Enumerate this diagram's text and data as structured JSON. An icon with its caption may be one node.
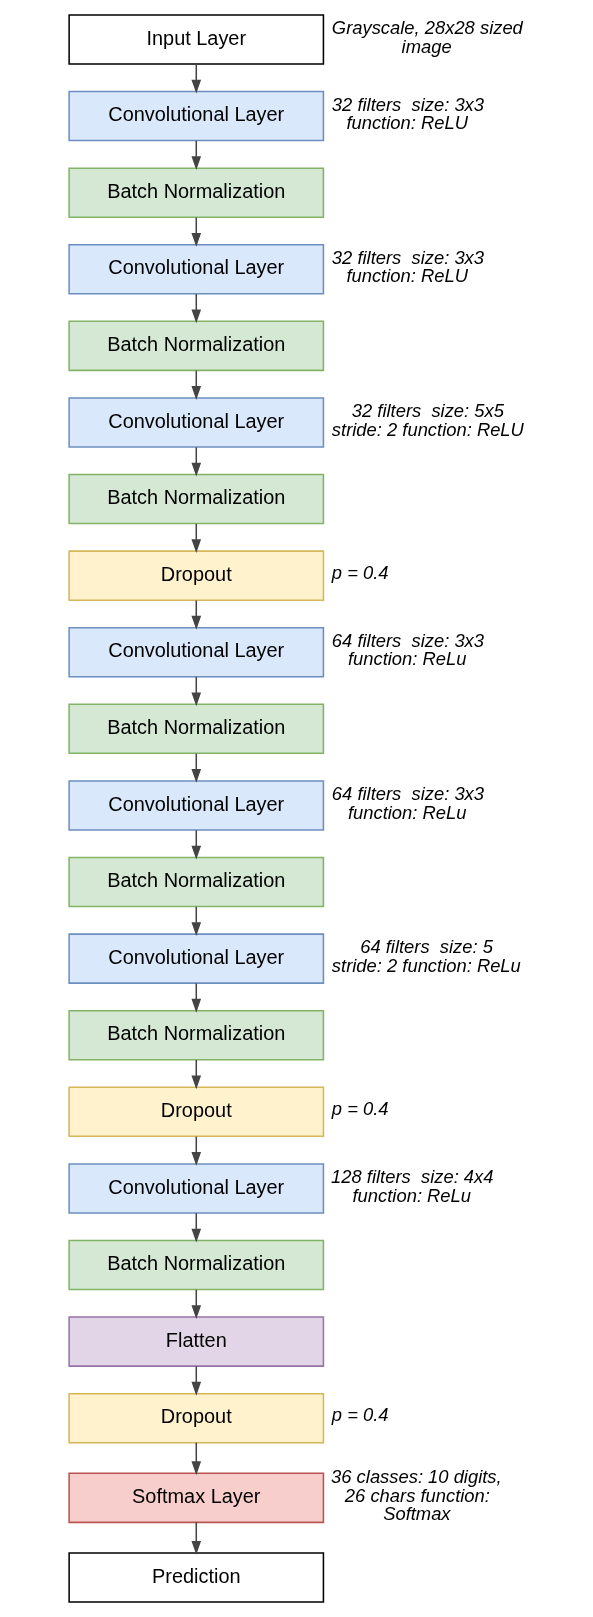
{
  "diagram": {
    "nodes": [
      {
        "text": [
          "Input Layer"
        ],
        "beside": [
          "Grayscale, 28x28 sized image"
        ]
      },
      {
        "text": [
          "Convolutional Layer"
        ],
        "beside": [
          "32 filters  size: 3x3 function: ReLU"
        ]
      },
      {
        "text": [
          "Batch Normalization"
        ]
      },
      {
        "text": [
          "Convolutional Layer"
        ],
        "beside": [
          "32 filters  size: 3x3 function: ReLU"
        ]
      },
      {
        "text": [
          "Batch Normalization"
        ]
      },
      {
        "text": [
          "Convolutional Layer"
        ],
        "beside": [
          "32 filters  size: 5x5 stride: 2 function: ReLU"
        ]
      },
      {
        "text": [
          "Batch Normalization"
        ]
      },
      {
        "text": [
          "Dropout"
        ],
        "beside": [
          "p = 0.4"
        ]
      },
      {
        "text": [
          "Convolutional Layer"
        ],
        "beside": [
          "64 filters  size: 3x3 function: ReLu"
        ]
      },
      {
        "text": [
          "Batch Normalization"
        ]
      },
      {
        "text": [
          "Convolutional Layer"
        ],
        "beside": [
          "64 filters  size: 3x3 function: ReLu"
        ]
      },
      {
        "text": [
          "Batch Normalization"
        ]
      },
      {
        "text": [
          "Convolutional Layer"
        ],
        "beside": [
          "64 filters  size: 5 stride: 2 function: ReLu"
        ]
      },
      {
        "text": [
          "Batch Normalization"
        ]
      },
      {
        "text": [
          "Dropout"
        ],
        "beside": [
          "p = 0.4"
        ]
      },
      {
        "text": [
          "Convolutional Layer"
        ],
        "beside": [
          "128 filters  size: 4x4 function: ReLu"
        ]
      },
      {
        "text": [
          "Batch Normalization"
        ]
      },
      {
        "text": [
          "Flatten"
        ]
      },
      {
        "text": [
          "Dropout"
        ],
        "beside": [
          "p = 0.4"
        ]
      },
      {
        "text": [
          "Softmax Layer"
        ],
        "beside": [
          "36 classes: 10 digits, 26 chars function: Softmax"
        ]
      },
      {
        "text": [
          "Prediction"
        ]
      }
    ],
    "edges": [
      {
        "from": 0,
        "to": 1,
        "arrow": "to"
      },
      {
        "from": 1,
        "to": 2,
        "arrow": "to"
      },
      {
        "from": 2,
        "to": 3,
        "arrow": "to"
      },
      {
        "from": 3,
        "to": 4,
        "arrow": "to"
      },
      {
        "from": 4,
        "to": 5,
        "arrow": "to"
      },
      {
        "from": 5,
        "to": 6,
        "arrow": "to"
      },
      {
        "from": 6,
        "to": 7,
        "arrow": "to"
      },
      {
        "from": 7,
        "to": 8,
        "arrow": "to"
      },
      {
        "from": 8,
        "to": 9,
        "arrow": "to"
      },
      {
        "from": 9,
        "to": 10,
        "arrow": "to"
      },
      {
        "from": 10,
        "to": 11,
        "arrow": "to"
      },
      {
        "from": 11,
        "to": 12,
        "arrow": "to"
      },
      {
        "from": 12,
        "to": 13,
        "arrow": "to"
      },
      {
        "from": 13,
        "to": 14,
        "arrow": "to"
      },
      {
        "from": 14,
        "to": 15,
        "arrow": "to"
      },
      {
        "from": 15,
        "to": 16,
        "arrow": "to"
      },
      {
        "from": 16,
        "to": 17,
        "arrow": "to"
      },
      {
        "from": 17,
        "to": 18,
        "arrow": "to"
      },
      {
        "from": 18,
        "to": 19,
        "arrow": "to"
      },
      {
        "from": 19,
        "to": 20,
        "arrow": "to"
      }
    ]
  }
}
